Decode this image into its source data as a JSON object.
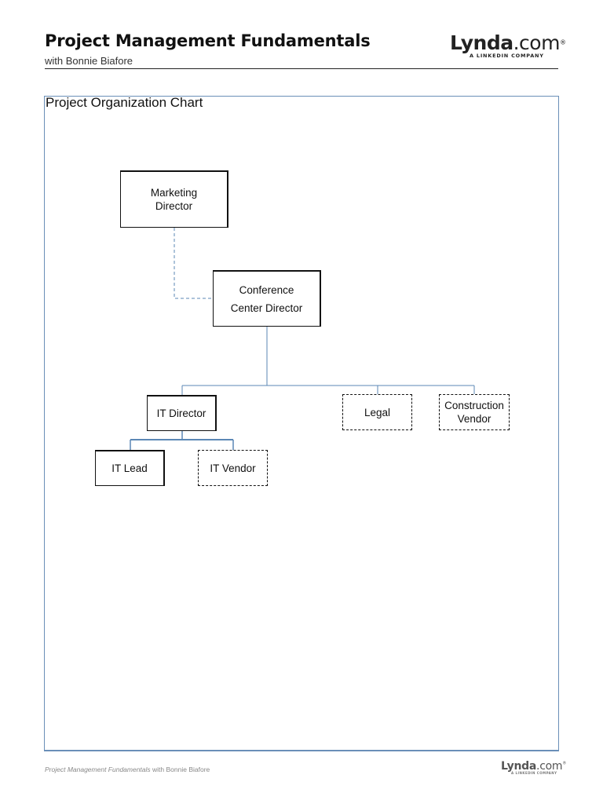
{
  "header": {
    "title": "Project Management Fundamentals",
    "subtitle": "with Bonnie Biafore"
  },
  "logo": {
    "brand": "Lynda",
    "tld": ".com",
    "registered": "®",
    "tagline": "A LINKEDIN COMPANY"
  },
  "chart": {
    "title": "Project Organization Chart",
    "nodes": [
      {
        "id": "marketing",
        "label": "Marketing\nDirector",
        "style": "solid"
      },
      {
        "id": "conference",
        "label": "Conference\nCenter Director",
        "style": "solid"
      },
      {
        "id": "itdir",
        "label": "IT Director",
        "style": "solid"
      },
      {
        "id": "legal",
        "label": "Legal",
        "style": "dashed"
      },
      {
        "id": "constr",
        "label": "Construction\nVendor",
        "style": "dashed"
      },
      {
        "id": "itlead",
        "label": "IT Lead",
        "style": "solid"
      },
      {
        "id": "itvendor",
        "label": "IT Vendor",
        "style": "dashed"
      }
    ],
    "edges": [
      {
        "from": "marketing",
        "to": "conference",
        "style": "dashed"
      },
      {
        "from": "conference",
        "to": "itdir",
        "style": "solid"
      },
      {
        "from": "conference",
        "to": "legal",
        "style": "solid"
      },
      {
        "from": "conference",
        "to": "constr",
        "style": "solid"
      },
      {
        "from": "itdir",
        "to": "itlead",
        "style": "solid"
      },
      {
        "from": "itdir",
        "to": "itvendor",
        "style": "solid"
      }
    ],
    "colors": {
      "connector": "#5b87b5",
      "frame": "#6a8fb8",
      "box_border": "#111111"
    }
  },
  "footer": {
    "course": "Project Management Fundamentals",
    "author": " with Bonnie Biafore"
  }
}
